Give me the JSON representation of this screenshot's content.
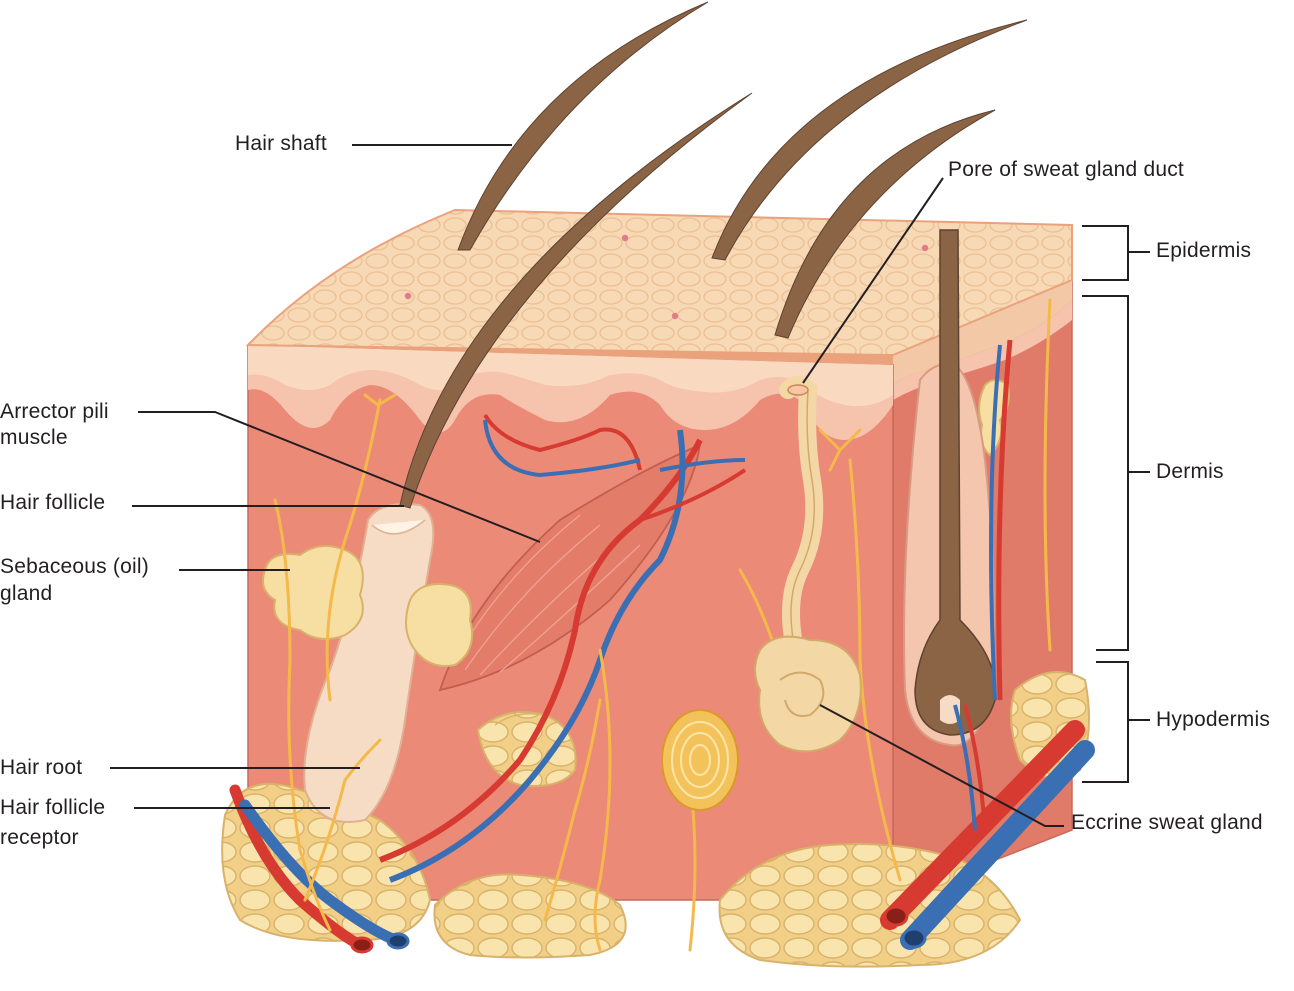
{
  "labels": {
    "hair_shaft": "Hair shaft",
    "pore": "Pore of sweat gland duct",
    "epidermis": "Epidermis",
    "dermis": "Dermis",
    "hypodermis": "Hypodermis",
    "arrector_1": "Arrector pili",
    "arrector_2": "muscle",
    "hair_follicle": "Hair follicle",
    "sebaceous_1": "Sebaceous (oil)",
    "sebaceous_2": "gland",
    "hair_root": "Hair root",
    "receptor_1": "Hair follicle",
    "receptor_2": "receptor",
    "eccrine": "Eccrine sweat gland"
  },
  "colors": {
    "epidermis": "#f7d9b5",
    "epidermis_edge": "#e9a27c",
    "dermis_front": "#ec8a78",
    "dermis_side": "#e07b69",
    "papillary": "#f6c3ad",
    "fat": "#f7dfa3",
    "fat_edge": "#d8b26a",
    "hair": "#8b6345",
    "artery": "#d63a30",
    "vein": "#3b6fb4",
    "nerve": "#f4b94a",
    "leader": "#231f20"
  }
}
